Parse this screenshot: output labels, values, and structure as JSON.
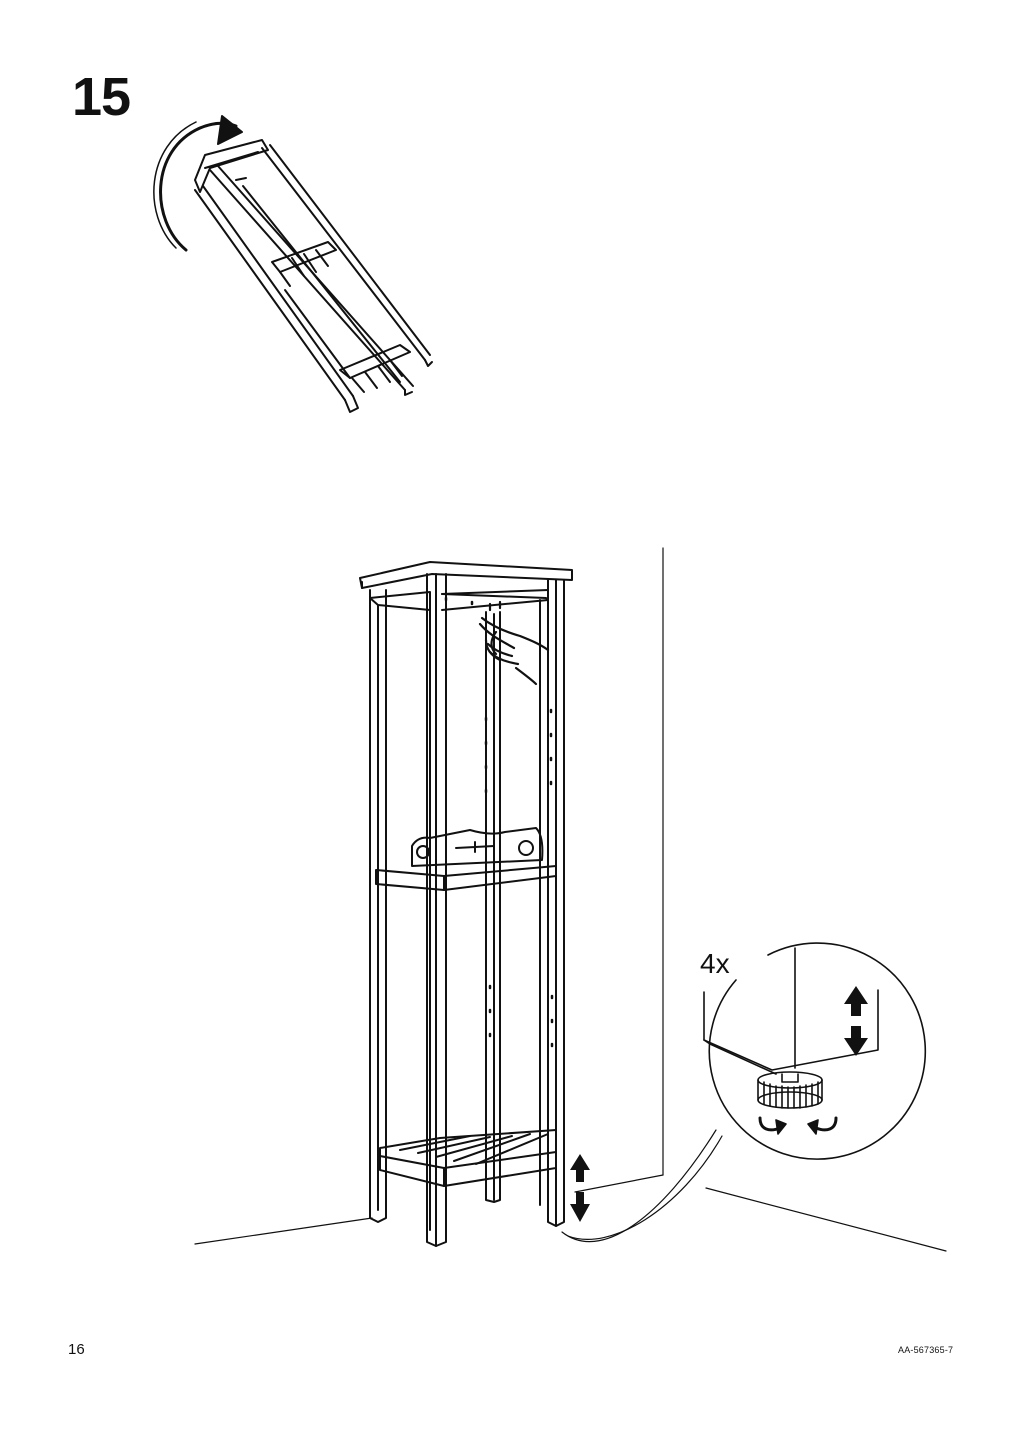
{
  "step": {
    "number": "15"
  },
  "detail": {
    "quantity": "4x"
  },
  "footer": {
    "page_number": "16",
    "document_code": "AA-567365-7"
  },
  "illustrations": {
    "top": [
      "tilted-shelf-unit",
      "rotate-arrow"
    ],
    "main": [
      "standing-shelf-unit",
      "hand-pointing",
      "spirit-level",
      "wall-corner",
      "height-adjust-arrows"
    ],
    "detail": [
      "adjustable-foot",
      "rotation-arrows",
      "up-down-arrows"
    ]
  }
}
